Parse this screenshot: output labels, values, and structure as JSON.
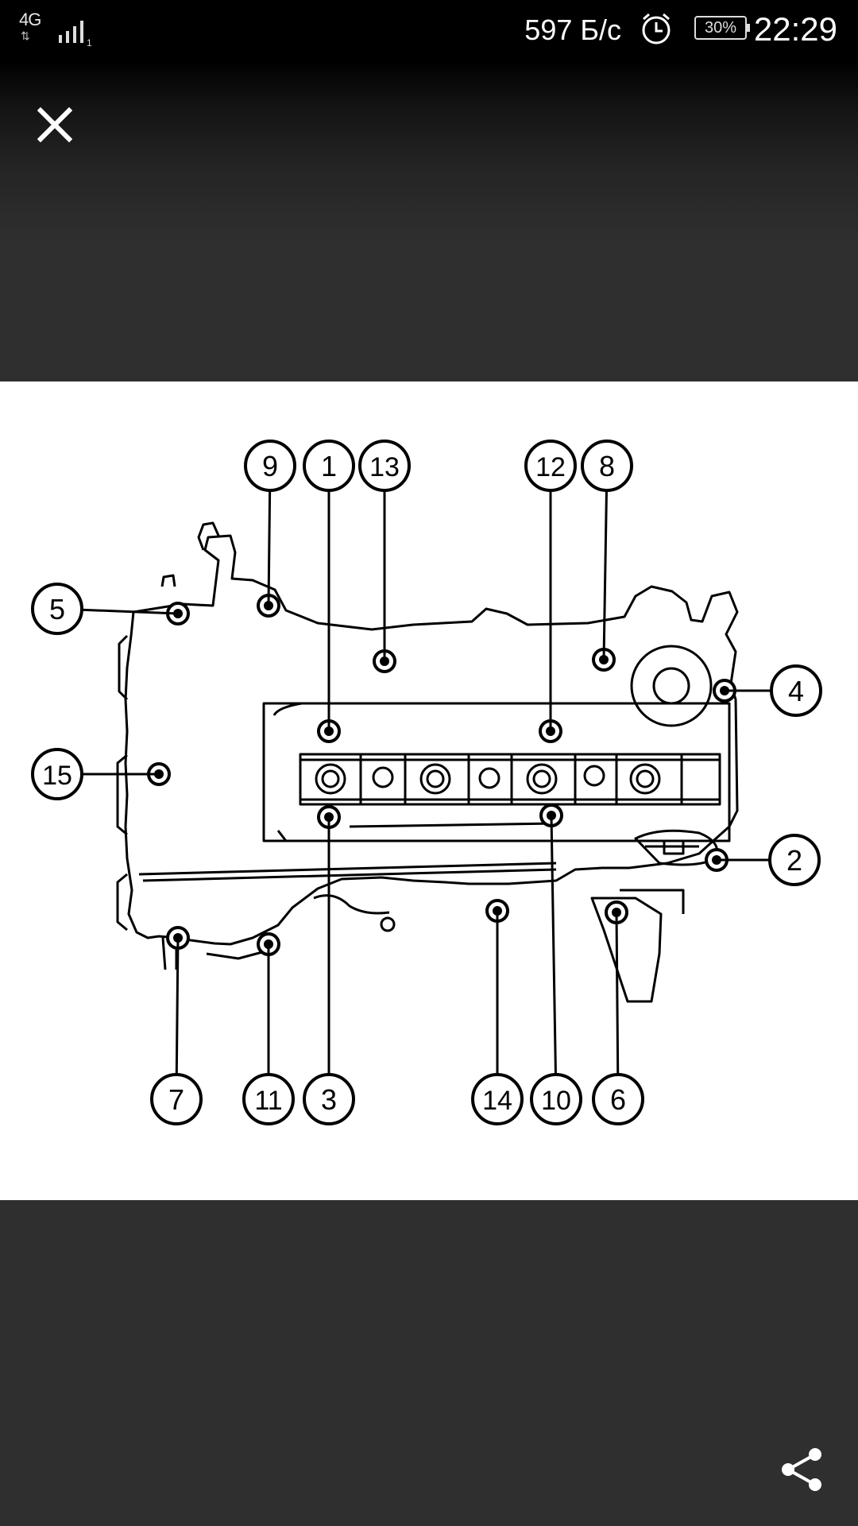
{
  "status_bar": {
    "network_type": "4G",
    "signal_icon": "signal-bars-icon",
    "sim_index": "1",
    "data_speed": "597 Б/с",
    "alarm_icon": "alarm-clock-icon",
    "battery_level": "30%",
    "time": "22:29"
  },
  "viewer": {
    "close_icon": "close-icon",
    "share_icon": "share-icon",
    "background_color": "#2f2f2f"
  },
  "diagram": {
    "callouts": [
      "9",
      "1",
      "13",
      "12",
      "8",
      "5",
      "4",
      "15",
      "2",
      "7",
      "11",
      "3",
      "14",
      "10",
      "6"
    ]
  }
}
